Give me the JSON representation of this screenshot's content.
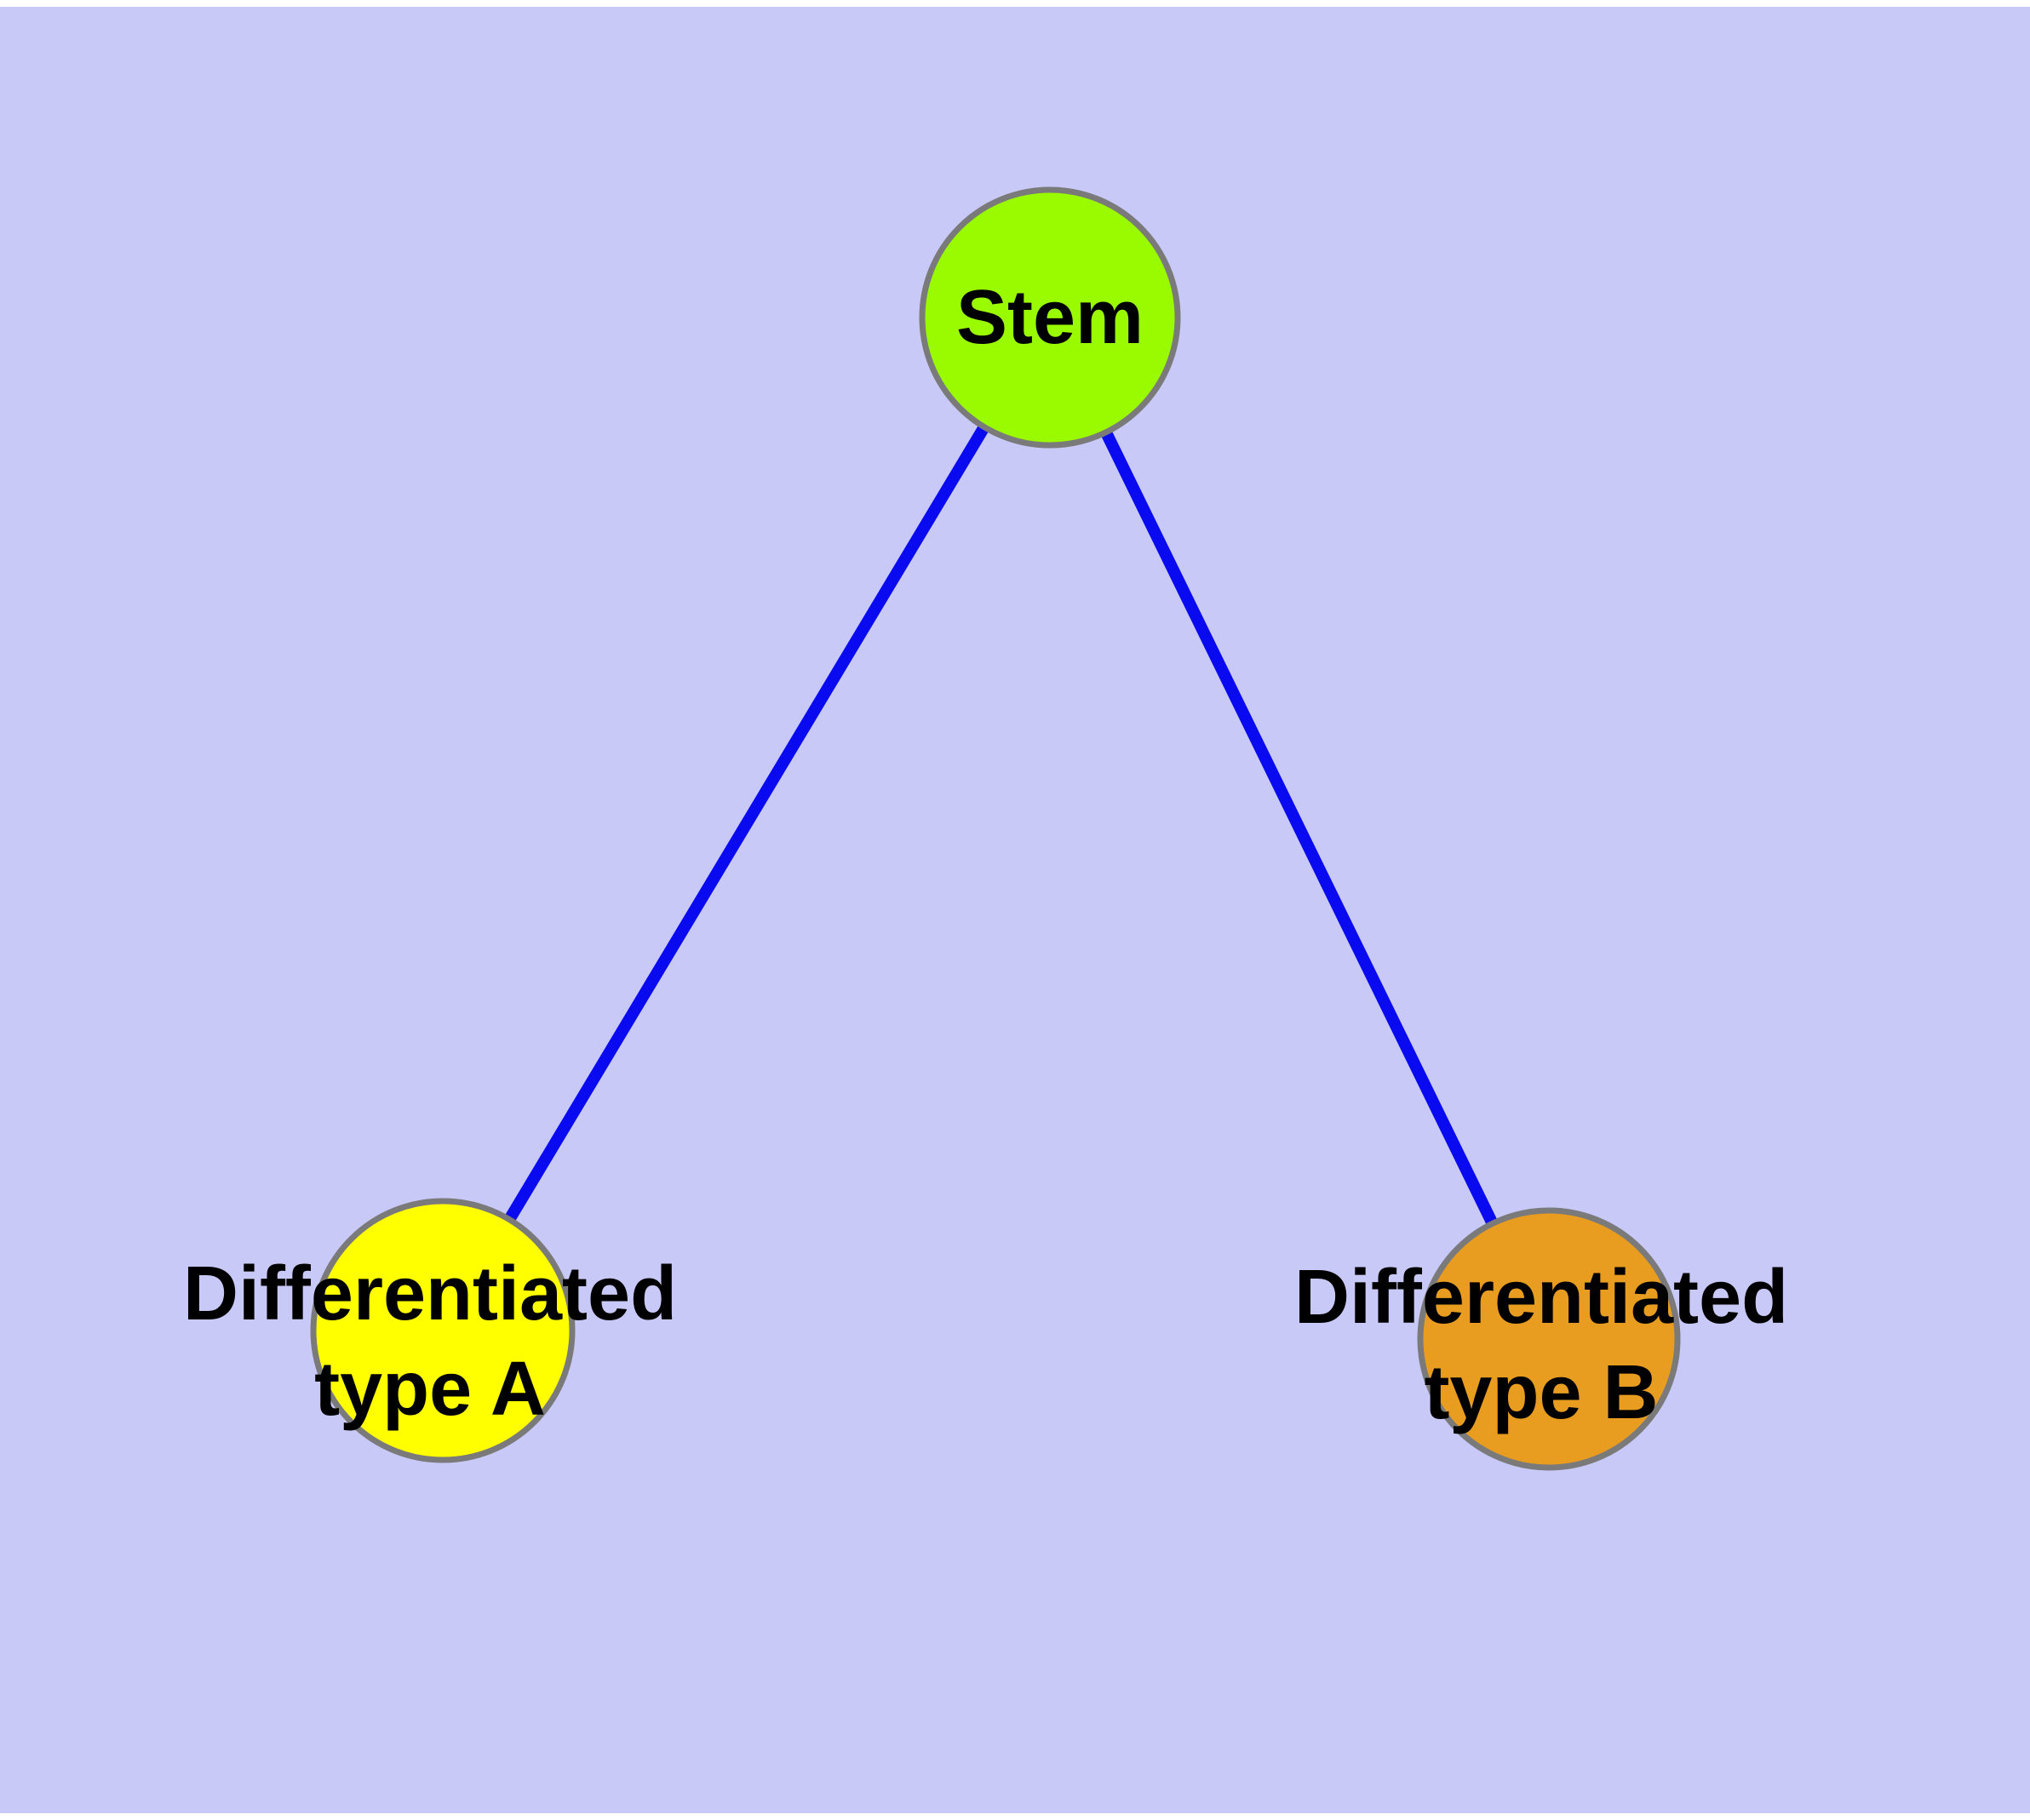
{
  "canvas": {
    "background_color": "#c9c9f7",
    "margin_color": "#ffffff",
    "label_color": "#000000"
  },
  "edges": {
    "color": "#0a0af0",
    "list": [
      {
        "from": "stem",
        "to": "type-a"
      },
      {
        "from": "stem",
        "to": "type-b"
      }
    ]
  },
  "nodes": {
    "stem": {
      "label": "Stem",
      "fill": "#9afa00",
      "border": "#7a7a7a"
    },
    "type_a": {
      "label_line1": "Differentiated",
      "label_line2": "type A",
      "fill": "#ffff00",
      "border": "#7a7a7a"
    },
    "type_b": {
      "label_line1": "Differentiated",
      "label_line2": "type B",
      "fill": "#e89c20",
      "border": "#7a7a7a"
    }
  }
}
